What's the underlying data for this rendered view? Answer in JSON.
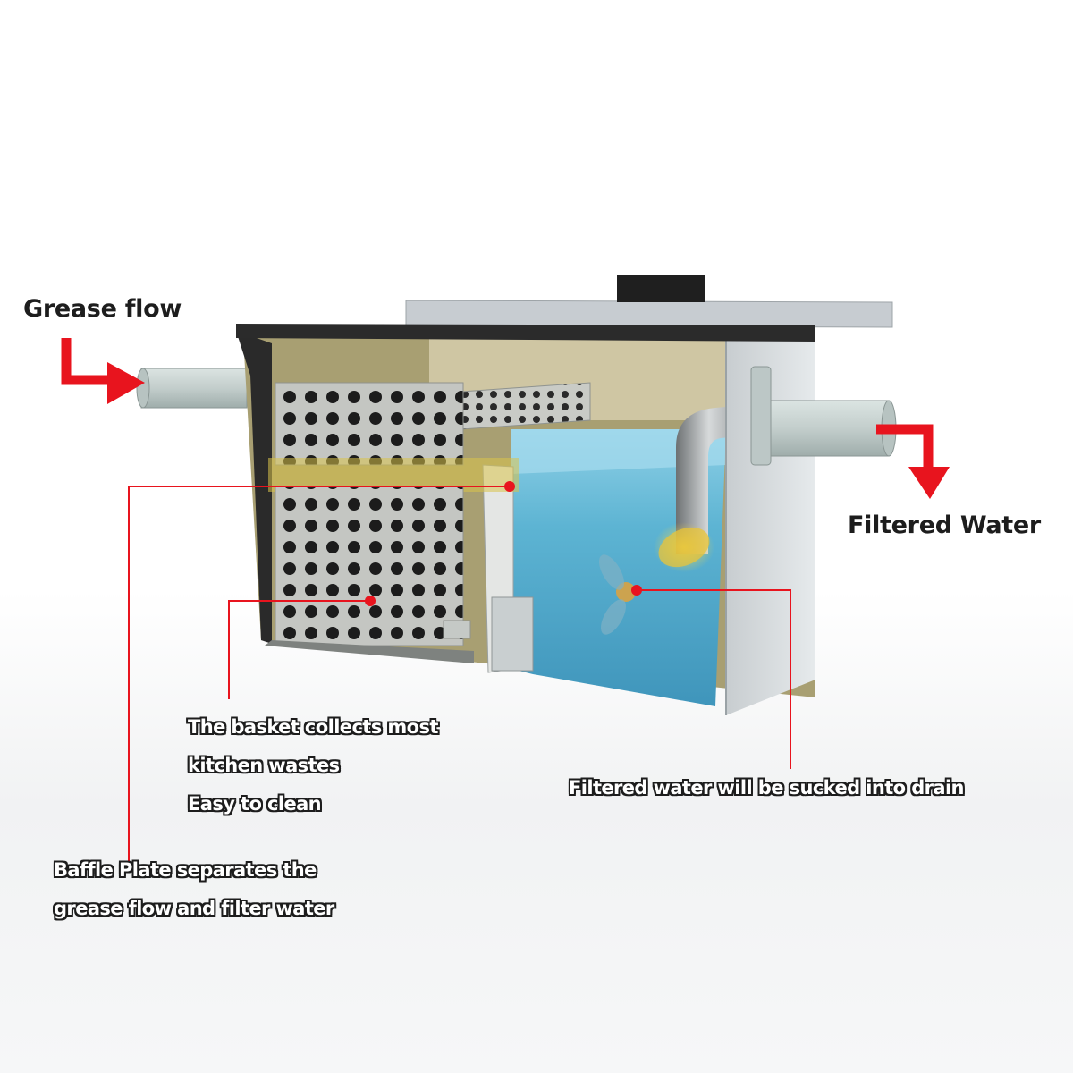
{
  "colors": {
    "pointer": "#e8141e",
    "tank_wall": "#d7dde0",
    "water": "#4aa6c9",
    "lid": "#2b2b2b",
    "pipe": "#c9d3d2",
    "label_text": "#1d1d1d"
  },
  "labels": {
    "grease_flow": "Grease flow",
    "filtered_water": "Filtered Water",
    "basket": {
      "lines": [
        "The basket collects most",
        "kitchen wastes",
        "Easy to clean"
      ]
    },
    "drain": "Filtered water will be sucked into drain",
    "baffle": {
      "lines": [
        "Baffle Plate separates the",
        "grease flow and filter water"
      ]
    }
  }
}
